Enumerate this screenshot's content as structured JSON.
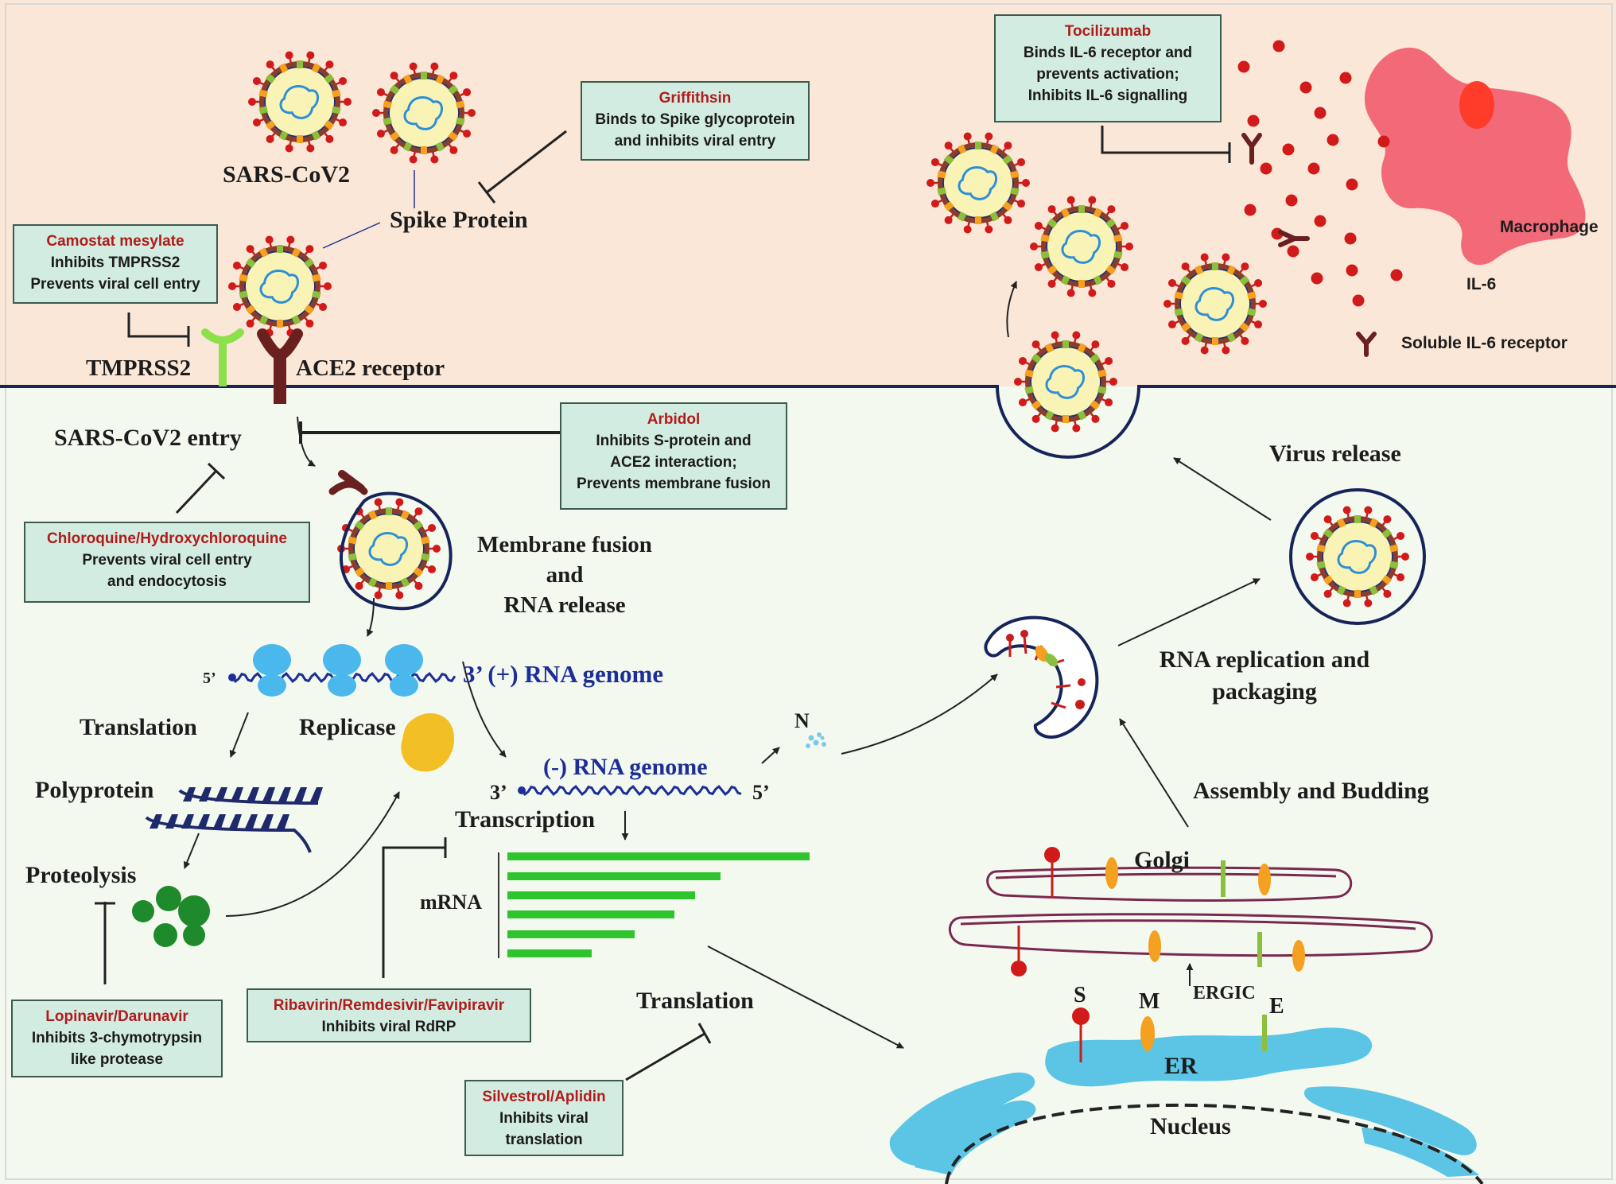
{
  "colors": {
    "extracellular_bg": "#fbe7d7",
    "cell_bg": "#f4f9f0",
    "membrane": "#16245a",
    "drug_box_bg": "#d3ece1",
    "drug_name": "#b01b1b",
    "rna_blue": "#1d2f97",
    "ribosome": "#4ab8ec",
    "mrna_bar": "#2ec42e",
    "golgi": "#7a2850",
    "er": "#5cc5e6",
    "il6": "#d11a1a",
    "macrophage": "#f26a78"
  },
  "labels": {
    "sars_cov2": "SARS-CoV2",
    "spike_protein": "Spike Protein",
    "tmprss2": "TMPRSS2",
    "ace2": "ACE2 receptor",
    "entry": "SARS-CoV2 entry",
    "fusion": "Membrane fusion\nand\nRNA release",
    "five_prime": "5’",
    "three_prime": "3’",
    "plus_genome": "3’ (+) RNA genome",
    "translation1": "Translation",
    "replicase": "Replicase",
    "polyprotein": "Polyprotein",
    "proteolysis": "Proteolysis",
    "minus_genome": "(-) RNA genome",
    "transcription": "Transcription",
    "mrna": "mRNA",
    "translation2": "Translation",
    "n_label": "N",
    "rna_replication": "RNA replication and\npackaging",
    "assembly": "Assembly and Budding",
    "golgi": "Golgi",
    "s_label": "S",
    "m_label": "M",
    "ergic": "ERGIC",
    "e_label": "E",
    "er": "ER",
    "nucleus": "Nucleus",
    "virus_release": "Virus release",
    "macrophage": "Macrophage",
    "il6": "IL-6",
    "soluble_il6": "Soluble IL-6 receptor"
  },
  "drugs": {
    "griffithsin": {
      "name": "Griffithsin",
      "desc": "Binds to Spike glycoprotein\nand inhibits viral entry"
    },
    "camostat": {
      "name": "Camostat mesylate",
      "desc": "Inhibits TMPRSS2\nPrevents viral cell entry"
    },
    "arbidol": {
      "name": "Arbidol",
      "desc": "Inhibits S-protein and\nACE2 interaction;\nPrevents membrane fusion"
    },
    "chloroquine": {
      "name": "Chloroquine/Hydroxychloroquine",
      "desc": "Prevents viral cell entry\nand endocytosis"
    },
    "lopinavir": {
      "name": "Lopinavir/Darunavir",
      "desc": "Inhibits 3-chymotrypsin\nlike protease"
    },
    "ribavirin": {
      "name": "Ribavirin/Remdesivir/Favipiravir",
      "desc": "Inhibits viral RdRP"
    },
    "silvestrol": {
      "name": "Silvestrol/Aplidin",
      "desc": "Inhibits viral\ntranslation"
    },
    "tocilizumab": {
      "name": "Tocilizumab",
      "desc": "Binds IL-6 receptor and\nprevents activation;\nInhibits IL-6 signalling"
    }
  }
}
